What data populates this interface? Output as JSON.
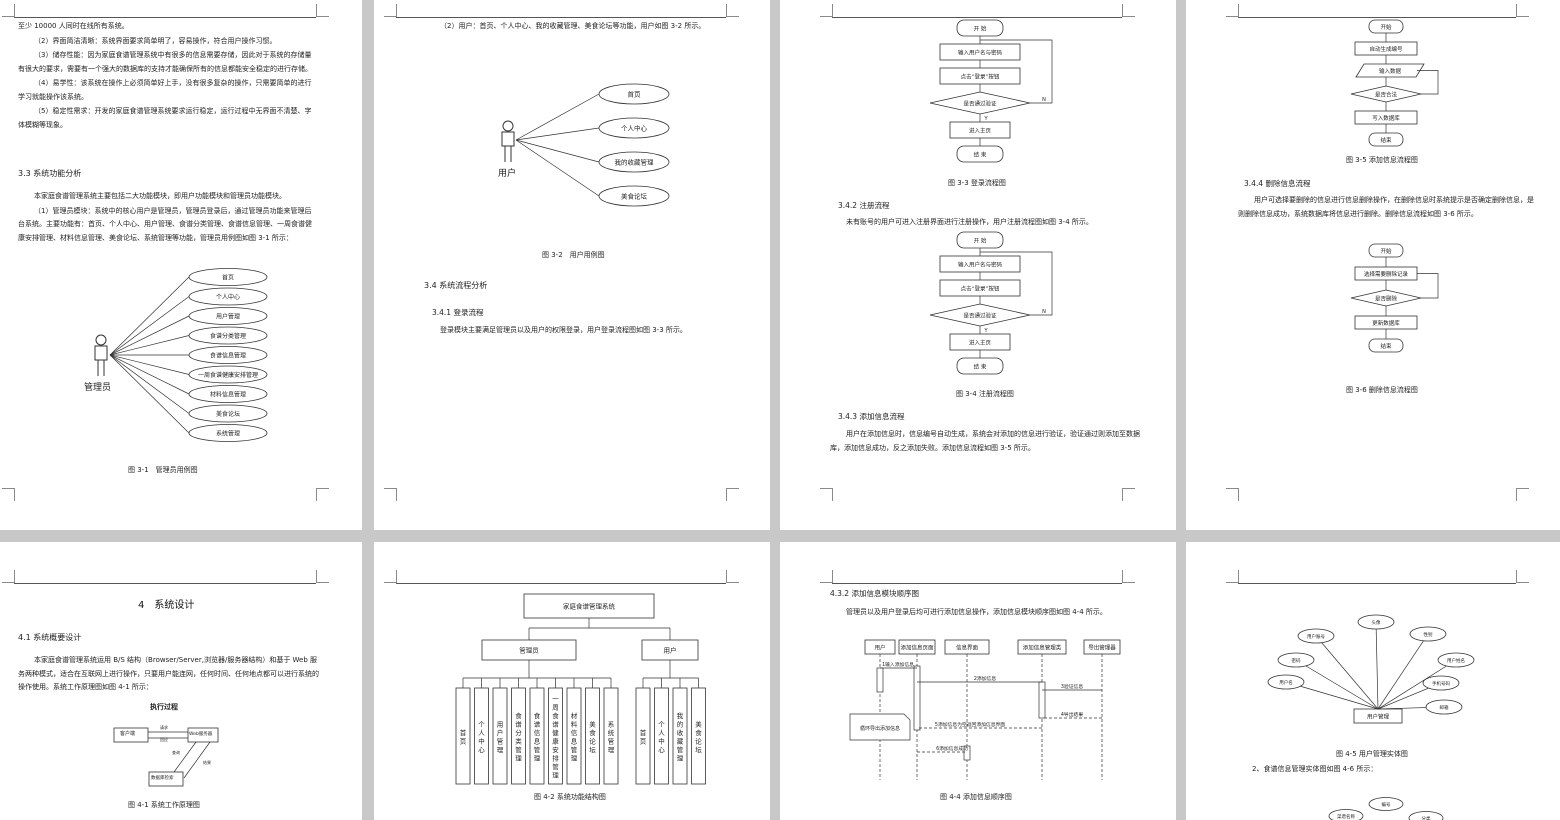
{
  "page1": {
    "para1": "至少 10000 人同时在线所有系统。",
    "para2": "（2）界面简洁清晰：系统界面要求简单明了，容易操作，符合用户操作习惯。",
    "para3": "（3）储存性能：因为家庭食谱管理系统中有很多的信息需要存储，因此对于系统的存储量有很大的要求，需要有一个强大的数据库的支持才能确保所有的信息都能安全稳定的进行存储。",
    "para4": "（4）易学性：该系统在操作上必须简单好上手，没有很多复杂的操作，只需要简单的进行学习就能操作该系统。",
    "para5": "（5）稳定性需求：开发的家庭食谱管理系统要求运行稳定，运行过程中无界面不清楚、字体模糊等现象。",
    "heading": "3.3 系统功能分析",
    "para6": "本家庭食谱管理系统主要包括二大功能模块，即用户功能模块和管理员功能模块。",
    "para7": "（1）管理员模块：系统中的核心用户是管理员，管理员登录后，通过管理员功能来管理后台系统。主要功能有：首页、个人中心、用户管理、食谱分类管理、食谱信息管理、一周食谱健康安排管理、材料信息管理、美食论坛、系统管理等功能，管理员用例图如图 3-1 所示：",
    "actor": "管理员",
    "usecases": [
      "首页",
      "个人中心",
      "用户管理",
      "食谱分类管理",
      "食谱信息管理",
      "一周食谱健康安排管理",
      "材料信息管理",
      "美食论坛",
      "系统管理"
    ],
    "caption": "图 3-1　管理员用例图"
  },
  "page2": {
    "para1": "（2）用户：首页、个人中心、我的收藏管理、美食论坛等功能，用户如图 3-2 所示。",
    "actor": "用户",
    "usecases": [
      "首页",
      "个人中心",
      "我的收藏管理",
      "美食论坛"
    ],
    "caption": "图 3-2　用户用例图",
    "heading1": "3.4 系统流程分析",
    "heading2": "3.4.1 登录流程",
    "para2": "登录模块主要满足管理员以及用户的权限登录，用户登录流程图如图 3-3 所示。"
  },
  "page3": {
    "flow1": [
      "开 始",
      "输入用户名与密码",
      "点击“登录”按钮",
      "是否通过验证",
      "进入主页",
      "结 束"
    ],
    "caption1": "图 3-3 登录流程图",
    "heading1": "3.4.2 注册流程",
    "para1": "未有账号的用户可进入注册界面进行注册操作，用户注册流程图如图 3-4 所示。",
    "flow2": [
      "开 始",
      "输入用户名与密码",
      "点击“登录”按钮",
      "是否通过验证",
      "进入主页",
      "结 束"
    ],
    "yes": "Y",
    "no": "N",
    "caption2": "图 3-4 注册流程图",
    "heading2": "3.4.3 添加信息流程",
    "para2": "用户在添加信息时，信息编号自动生成，系统会对添加的信息进行验证，验证通过则添加至数据库，添加信息成功，反之添加失败。添加信息流程如图 3-5 所示。"
  },
  "page4": {
    "flow1": [
      "开始",
      "自动生成编号",
      "输入数据",
      "是否合法",
      "写入数据库",
      "结束"
    ],
    "caption1": "图 3-5 添加信息流程图",
    "heading": "3.4.4 删除信息流程",
    "para": "用户可选择要删除的信息进行信息删除操作，在删除信息时系统提示是否确定删除信息，是则删除信息成功，系统数据库将信息进行删除。删除信息流程如图 3-6 所示。",
    "flow2": [
      "开始",
      "选择需要删除记录",
      "是否删除",
      "更新数据库",
      "结束"
    ],
    "caption2": "图 3-6 删除信息流程图"
  },
  "page5": {
    "chapter": "4　系统设计",
    "heading": "4.1 系统概要设计",
    "para": "本家庭食谱管理系统运用 B/S 结构（Browser/Server,浏览器/服务器结构）和基于 Web 服务两种模式，适合在互联网上进行操作，只要用户能连网，任何时间、任何地点都可以进行系统的操作使用。系统工作原理图如图 4-1 所示：",
    "diagram_title": "执行过程",
    "client": "客户端",
    "server": "Web服务器",
    "db": "数据库检索",
    "arrow_req": "请求",
    "arrow_resp": "回应",
    "arrow_query": "查询",
    "arrow_result": "结果",
    "caption": "图 4-1 系统工作原理图"
  },
  "page6": {
    "root": "家庭食谱管理系统",
    "admin": "管理员",
    "user": "用户",
    "admin_leaves": [
      "首页",
      "个人中心",
      "用户管理",
      "食谱分类管理",
      "食谱信息管理",
      "一周食谱健康安排管理",
      "材料信息管理",
      "美食论坛",
      "系统管理"
    ],
    "user_leaves": [
      "首页",
      "个人中心",
      "我的收藏管理",
      "美食论坛"
    ],
    "caption": "图 4-2 系统功能结构图"
  },
  "page7": {
    "heading": "4.3.2 添加信息模块顺序图",
    "para": "管理员以及用户登录后均可进行添加信息操作，添加信息模块顺序图如图 4-4 所示。",
    "lifelines": [
      "用户",
      "添加信息页面",
      "信息界面",
      "添加信息管理类",
      "导出管理器"
    ],
    "messages": [
      "1输入添加信息",
      "2添加信息",
      "3验证信息",
      "4导出结果",
      "5添加信息为空返回添加信息界面",
      "6添加信息成功"
    ],
    "note": "循环导出添加信息",
    "caption": "图 4-4 添加信息顺序图"
  },
  "page8": {
    "center": "用户管理",
    "attrs": [
      "用户账号",
      "头像",
      "性别",
      "用户姓名",
      "密码",
      "手机号码",
      "用户名",
      "邮箱"
    ],
    "caption": "图 4-5 用户管理实体图",
    "para": "2、食谱信息管理实体图如图 4-6 所示：",
    "attrs2": [
      "编号",
      "菜谱名称",
      "分类"
    ]
  }
}
